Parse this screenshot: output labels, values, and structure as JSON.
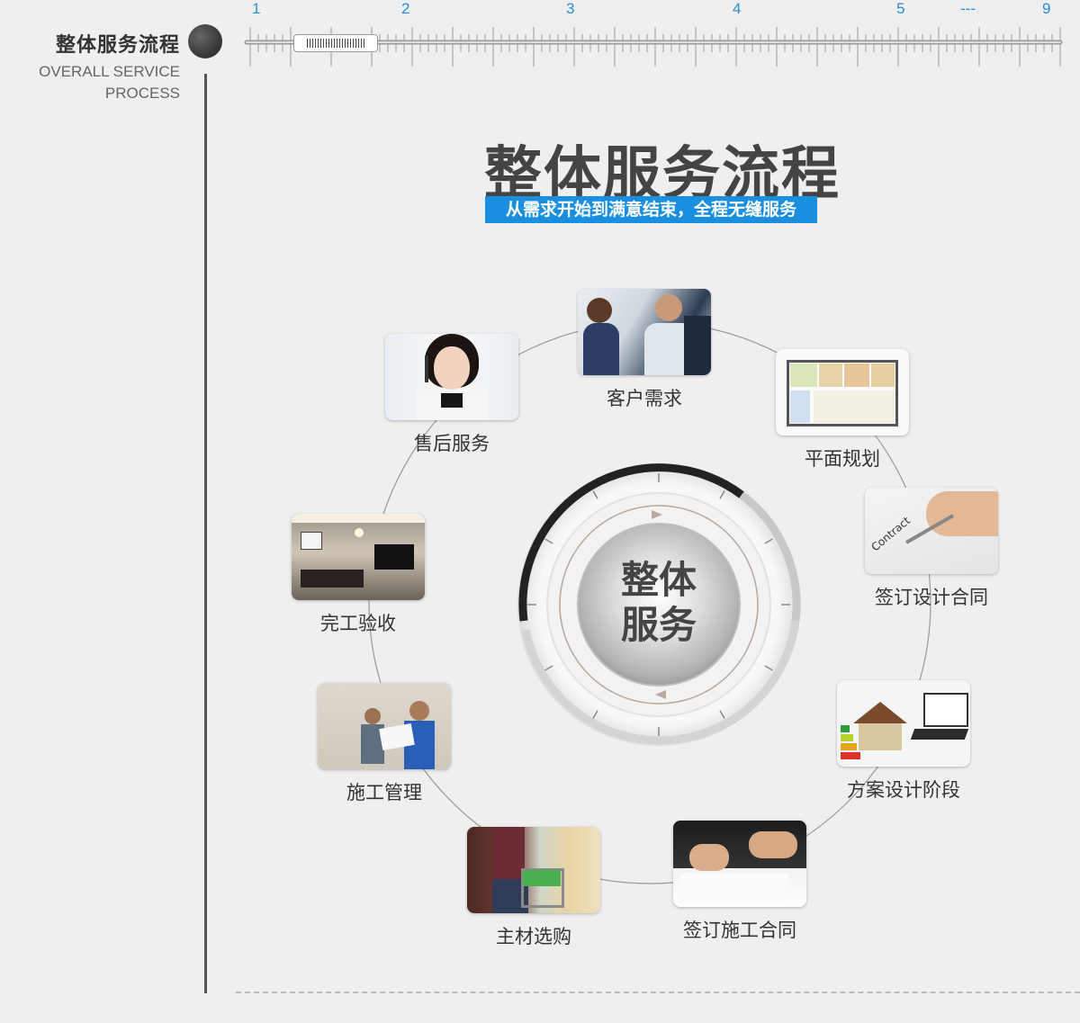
{
  "side": {
    "title_cn": "整体服务流程",
    "title_en_1": "OVERALL SERVICE",
    "title_en_2": "PROCESS"
  },
  "ruler": {
    "marks": [
      "1",
      "2",
      "3",
      "4",
      "5",
      "---",
      "9"
    ]
  },
  "header": {
    "title": "整体服务流程",
    "subtitle": "从需求开始到满意结束，全程无缝服务"
  },
  "center": {
    "line1": "整体",
    "line2": "服务"
  },
  "steps": [
    {
      "label": "客户需求",
      "icon": "business-handshake-photo"
    },
    {
      "label": "平面规划",
      "icon": "floor-plan-photo"
    },
    {
      "label": "签订设计合同",
      "icon": "contract-signing-photo"
    },
    {
      "label": "方案设计阶段",
      "icon": "house-model-design-photo"
    },
    {
      "label": "签订施工合同",
      "icon": "pen-document-photo"
    },
    {
      "label": "主材选购",
      "icon": "shopping-cart-photo"
    },
    {
      "label": "施工管理",
      "icon": "construction-workers-photo"
    },
    {
      "label": "完工验收",
      "icon": "finished-living-room-photo"
    },
    {
      "label": "售后服务",
      "icon": "customer-service-headset-photo"
    }
  ],
  "colors": {
    "accent": "#1a8fe0",
    "ruler_numbers": "#2a8ed6",
    "text": "#333333"
  }
}
